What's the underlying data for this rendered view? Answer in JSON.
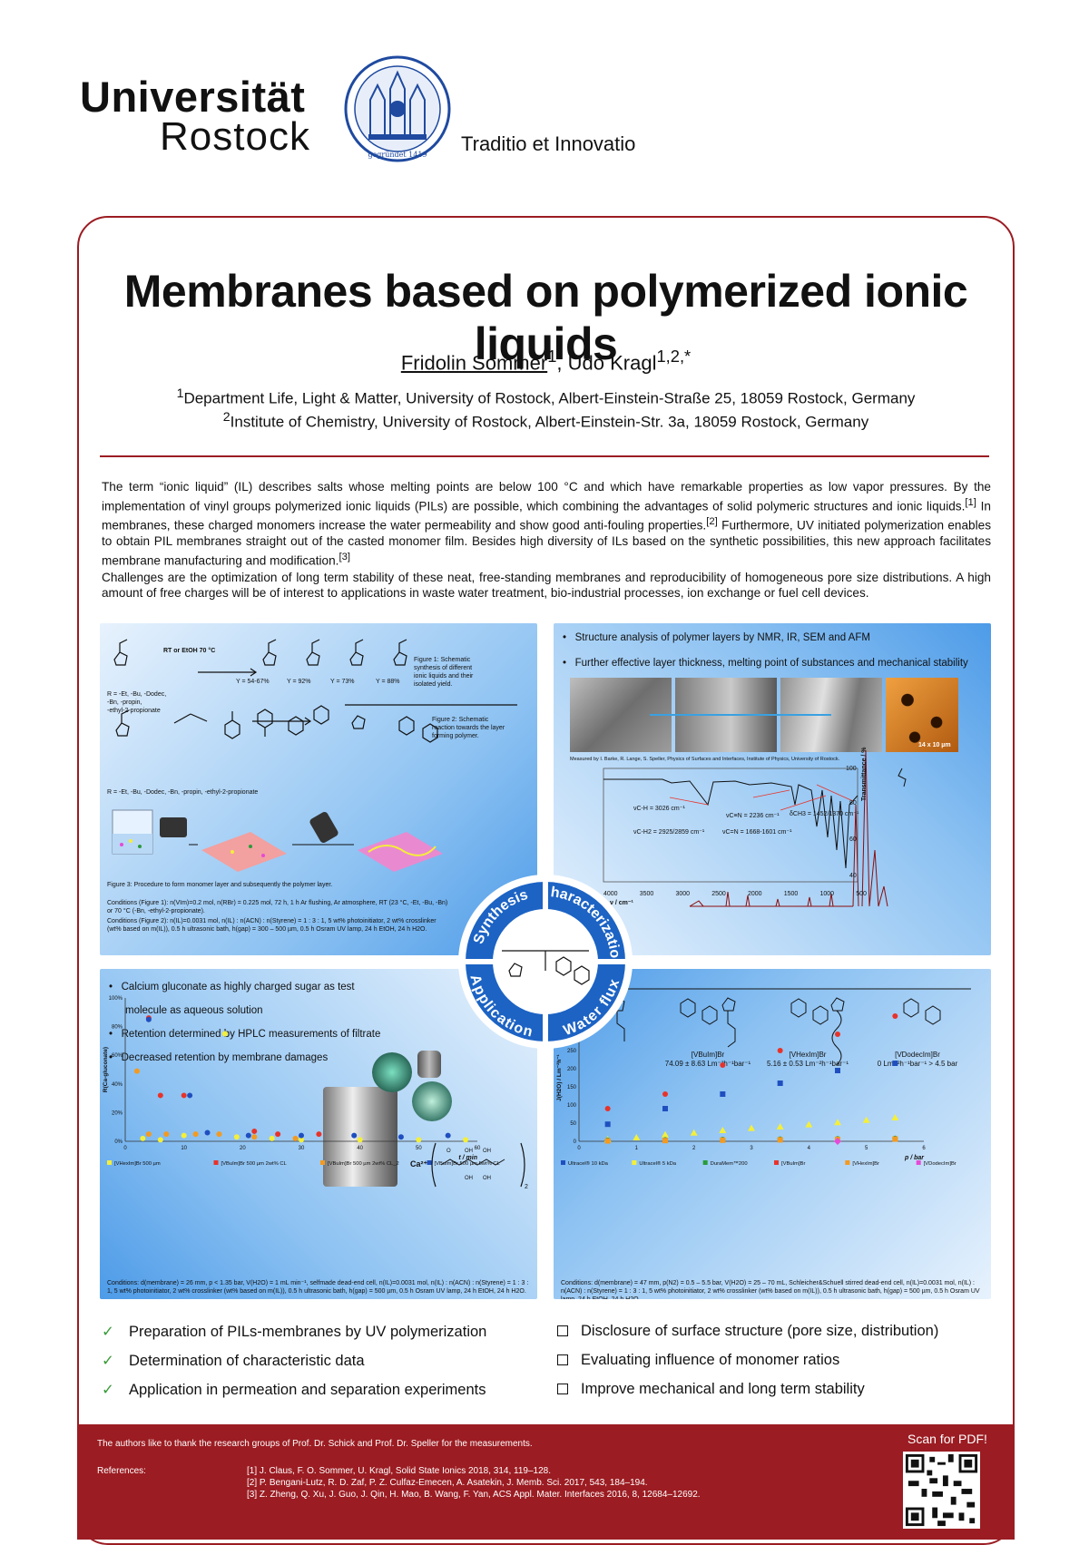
{
  "header": {
    "logo_line1": "Universität",
    "logo_line2": "Rostock",
    "seal_text": "gegründet 1419",
    "motto": "Traditio et Innovatio"
  },
  "title": "Membranes based on polymerized ionic liquids",
  "authors": {
    "author1": "Fridolin Sommer",
    "author1_sup": "1",
    "separator": ", ",
    "author2": "Udo Kragl",
    "author2_sup": "1,2,*"
  },
  "affiliations": [
    {
      "sup": "1",
      "text": "Department Life, Light & Matter, University of Rostock, Albert-Einstein-Straße 25, 18059 Rostock, Germany"
    },
    {
      "sup": "2",
      "text": "Institute of Chemistry, University of Rostock, Albert-Einstein-Str. 3a, 18059 Rostock, Germany"
    }
  ],
  "intro": {
    "p1_a": "The term “ionic liquid” (IL) describes salts whose melting points are below 100 °C and which have remarkable properties as low vapor pressures. By the implementation of vinyl groups polymerized ionic liquids (PILs) are possible, which combining the advantages of solid polymeric structures and ionic liquids.",
    "ref1": "[1]",
    "p1_b": " In membranes, these charged monomers increase the water permeability and show good anti-fouling properties.",
    "ref2": "[2]",
    "p1_c": " Furthermore, UV initiated polymerization enables to obtain PIL membranes straight out of the casted monomer film. Besides high diversity of ILs based on the synthetic possibilities, this new approach facilitates membrane manufacturing and modification.",
    "ref3": "[3]",
    "p2": "Challenges are the optimization of long term stability of these neat, free-standing membranes and reproducibility of homogeneous pore size distributions. A high amount of free charges will be of interest to applications in waste water treatment, bio-industrial processes, ion exchange or fuel cell devices."
  },
  "synthesis": {
    "r_label": "R = -Et, -Bu, -Dodec,\n-Bn, -propin,\n-ethyl-2-propionate",
    "conditions_arrow": "RT or EtOH 70 °C",
    "yields": [
      "Y = 54-67%",
      "Y = 92%",
      "Y = 73%",
      "Y = 88%"
    ],
    "fig1_caption": "Figure 1: Schematic synthesis of different ionic liquids and their isolated yield.",
    "r_label2": "R = -Et, -Bu, -Dodec, -Bn, -propin, -ethyl-2-propionate",
    "fig2_caption": "Figure 2: Schematic reaction towards the layer forming polymer.",
    "fig3_caption": "Figure 3: Procedure to form monomer layer and subsequently the polymer layer.",
    "cond1": "Conditions (Figure 1): n(VIm)=0.2 mol, n(RBr) = 0.225 mol, 72 h, 1 h Ar flushing, Ar atmosphere, RT (23 °C, -Et, -Bu, -Bn) or 70 °C (-Bn, -ethyl-2-propionate).",
    "cond2": "Conditions (Figure 2): n(IL)=0.0031 mol, n(IL) : n(ACN) : n(Styrene) = 1 : 3 : 1, 5 wt% photoinitiator, 2 wt% crosslinker (wt% based on m(IL)), 0.5 h ultrasonic bath, h(gap) = 300 – 500 µm, 0.5 h Osram UV lamp, 24 h EtOH, 24 h H2O."
  },
  "characterization": {
    "bullets": [
      "Structure analysis of polymer layers by NMR, IR, SEM and AFM",
      "Further effective layer thickness, melting point of substances and mechanical stability"
    ],
    "sem_credit": "Measured by I. Barke, R. Lange, S. Speller, Physics of Surfaces and Interfaces, Institute of Physics, University of Rostock.",
    "afm_scale": "14 x 10 µm",
    "ir_labels": [
      "νC-H = 3026 cm⁻¹",
      "νC-H2 = 2925/2859 cm⁻¹",
      "νC≡N = 2236 cm⁻¹",
      "νC=N = 1668-1601 cm⁻¹",
      "δCH3 = 1452/1370 cm⁻¹"
    ],
    "ir_axis": "ν / cm⁻¹",
    "ir_ticks": [
      "4000",
      "3500",
      "3000",
      "2500",
      "2000",
      "1500",
      "1000",
      "500"
    ],
    "trans_axis": "Transmittance / %",
    "trans_ticks": [
      "100",
      "80",
      "60",
      "40"
    ]
  },
  "center": {
    "synthesis": "Synthesis",
    "characterization": "Characterization",
    "application": "Application",
    "water_flux": "Water flux"
  },
  "application": {
    "bullets": [
      "Calcium gluconate as highly charged sugar as test",
      "molecule as aqueous solution",
      "Retention determined by HPLC measurements of filtrate",
      "Decreased retention by membrane damages"
    ],
    "conditions": "Conditions: d(membrane) = 26 mm, p < 1.35 bar, V(H2O) = 1 mL min⁻¹, selfmade dead-end cell, n(IL)=0.0031 mol, n(IL) : n(ACN) : n(Styrene) = 1 : 3 : 1, 5 wt% photoinitiator, 2 wt% crosslinker (wt% based on m(IL)), 0.5 h ultrasonic bath, h(gap) = 500 µm, 0.5 h Osram UV lamp, 24 h EtOH, 24 h H2O."
  },
  "water_flux": {
    "polymers": [
      {
        "name": "[VBuIm]Br",
        "value": "74.09 ± 8.63 Lm⁻²h⁻¹bar⁻¹"
      },
      {
        "name": "[VHexIm]Br",
        "value": "5.16 ± 0.53 Lm⁻²h⁻¹bar⁻¹"
      },
      {
        "name": "[VDodecIm]Br",
        "value": "0 Lm⁻²h⁻¹bar⁻¹ > 4.5 bar"
      }
    ],
    "conditions": "Conditions: d(membrane) = 47 mm, p(N2) = 0.5 – 5.5 bar, V(H2O) = 25 – 70 mL, Schleicher&Schuell stirred dead-end cell, n(IL)=0.0031 mol, n(IL) : n(ACN) : n(Styrene) = 1 : 3 : 1, 5 wt% photoinitiator, 2 wt% crosslinker (wt% based on m(IL)), 0.5 h ultrasonic bath, h(gap) = 500 µm, 0.5 h Osram UV lamp, 24 h EtOH, 24 h H2O."
  },
  "chart_data": [
    {
      "type": "scatter",
      "xlabel": "t / min",
      "ylabel": "R(Ca-gluconate)",
      "xlim": [
        0,
        60
      ],
      "ylim": [
        0,
        100
      ],
      "x_ticks": [
        "0",
        "10",
        "20",
        "30",
        "40",
        "50",
        "60"
      ],
      "y_ticks": [
        "0%",
        "20%",
        "40%",
        "60%",
        "80%",
        "100%"
      ],
      "series": [
        {
          "name": "[VHexIm]Br 500 µm",
          "color": "#f4ef3a",
          "x": [
            3,
            6,
            10,
            17,
            19,
            25,
            30,
            40,
            50,
            58
          ],
          "y": [
            2,
            1,
            4,
            75,
            3,
            2,
            1,
            1,
            1,
            1
          ]
        },
        {
          "name": "[VBuIm]Br 500 µm 2wt% CL",
          "color": "#e8332a",
          "x": [
            4,
            6,
            10,
            22,
            26,
            33
          ],
          "y": [
            86,
            32,
            32,
            7,
            5,
            5
          ]
        },
        {
          "name": "[VBuIm]Br 500 µm 2wt% CL_2",
          "color": "#f39a21",
          "x": [
            2,
            4,
            7,
            12,
            16,
            22,
            29
          ],
          "y": [
            49,
            5,
            5,
            5,
            5,
            3,
            2
          ]
        },
        {
          "name": "[VBuIm]Br 500 µm 5wt% CL",
          "color": "#1f4fbf",
          "x": [
            4,
            11,
            14,
            21,
            30,
            39,
            47,
            55
          ],
          "y": [
            85,
            32,
            6,
            4,
            4,
            4,
            3,
            4
          ]
        }
      ]
    },
    {
      "type": "scatter",
      "xlabel": "p / bar",
      "ylabel": "J(H2O) / Lm⁻²h⁻¹",
      "xlim": [
        0,
        6
      ],
      "ylim": [
        0,
        350
      ],
      "x_ticks": [
        "0",
        "1",
        "2",
        "3",
        "4",
        "5",
        "6"
      ],
      "y_ticks": [
        "0",
        "50",
        "100",
        "150",
        "200",
        "250",
        "300",
        "350"
      ],
      "series": [
        {
          "name": "Ultracel® 10 kDa",
          "color": "#1f4fbf",
          "marker": "square",
          "x": [
            0.5,
            1.5,
            2.5,
            3.5,
            4.5,
            5.5
          ],
          "y": [
            47,
            90,
            130,
            160,
            195,
            215
          ]
        },
        {
          "name": "Ultracel® 5 kDa",
          "color": "#f4ef3a",
          "marker": "triangle",
          "x": [
            0.5,
            1,
            1.5,
            2,
            2.5,
            3,
            3.5,
            4,
            4.5,
            5,
            5.5
          ],
          "y": [
            5,
            10,
            18,
            23,
            30,
            36,
            40,
            46,
            52,
            58,
            65
          ]
        },
        {
          "name": "DuraMem™200",
          "color": "#2a9b3a",
          "marker": "circle",
          "x": [
            0.5,
            1.5,
            2.5,
            3.5,
            4.5,
            5.5
          ],
          "y": [
            3,
            4,
            5,
            6,
            7,
            8
          ]
        },
        {
          "name": "[VBuIm]Br",
          "color": "#e8332a",
          "marker": "circle",
          "x": [
            0.5,
            1.5,
            2.5,
            3.5,
            4.5,
            5.5
          ],
          "y": [
            90,
            130,
            210,
            250,
            295,
            345
          ]
        },
        {
          "name": "[VHexIm]Br",
          "color": "#f39a21",
          "marker": "square",
          "x": [
            0.5,
            1.5,
            2.5,
            3.5,
            4.5,
            5.5
          ],
          "y": [
            1,
            2,
            3,
            4,
            5,
            6
          ]
        },
        {
          "name": "[VDodecIm]Br",
          "color": "#e64ad6",
          "marker": "diamond",
          "x": [
            4.5
          ],
          "y": [
            0
          ]
        }
      ]
    }
  ],
  "outlook": {
    "done": [
      "Preparation of PILs-membranes by UV polymerization",
      "Determination of characteristic data",
      "Application in permeation and separation experiments"
    ],
    "todo": [
      "Disclosure of surface structure (pore size, distribution)",
      "Evaluating influence of monomer ratios",
      "Improve mechanical and long term stability"
    ]
  },
  "footer": {
    "thanks": "The authors like to thank the research groups of Prof. Dr. Schick and Prof. Dr. Speller for the measurements.",
    "references_label": "References:",
    "references": [
      "[1] J. Claus, F. O. Sommer, U. Kragl, Solid State Ionics 2018, 314, 119–128.",
      "[2] P. Bengani-Lutz, R. D. Zaf, P. Z. Culfaz-Emecen, A. Asatekin, J. Memb. Sci. 2017, 543, 184–194.",
      "[3] Z. Zheng, Q. Xu, J. Guo, J. Qin, H. Mao, B. Wang, F. Yan, ACS Appl. Mater. Interfaces 2016, 8, 12684–12692."
    ],
    "scan": "Scan for PDF!"
  },
  "colors": {
    "brand_red": "#9b1c22",
    "panel_blue": "#4d9be8",
    "check_green": "#3a9b3a"
  }
}
